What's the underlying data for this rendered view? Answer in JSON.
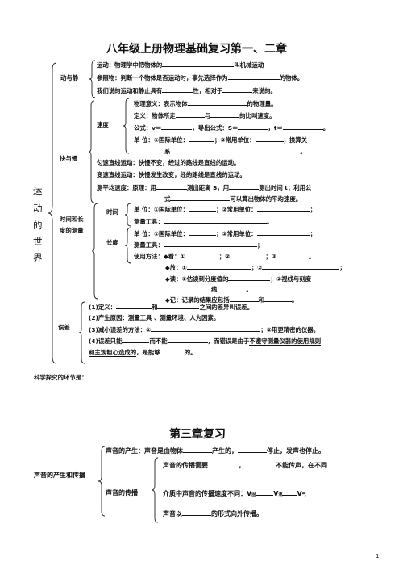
{
  "ch1": {
    "title": "八年级上册物理基础复习第一、二章",
    "root": [
      "运",
      "动",
      "的",
      "世",
      "界"
    ],
    "motion": {
      "label": "动与静",
      "l1a": "运动：物理学中把物体的",
      "l1b": "叫机械运动",
      "l2a": "参照物：判断一个物体是否运动时，事先选择作为",
      "l2b": "的物体。",
      "l3a": "我们说的运动和静止具有",
      "l3b": "性，相对于",
      "l3c": "来说的。"
    },
    "speed": {
      "label_group": "快与慢",
      "label": "速度",
      "l1a": "物理意义：表示物体",
      "l1b": "的物理量。",
      "l2a": "定义：物体所走",
      "l2b": "与",
      "l2c": "的比叫速度。",
      "l3a": "公式：v＝",
      "l3b": "，导出公式：S＝",
      "l3c": "，t＝",
      "l3d": "。",
      "l4a": "单 位：①国际单位：",
      "l4b": "；②常用单位：",
      "l4c": "；换算关",
      "l5a": "系",
      "l5b": "。",
      "uniform": "匀速直线运动：快慢不变，经过的路线是直线的运动。",
      "variable": "变速直线运动：快慢发生改变，经的路线是直线的运动。",
      "avg_a": "测平均速度：原理：用",
      "avg_b": "测出距离 S，用",
      "avg_c": "测出时间 t；利用公",
      "avg_d": "式",
      "avg_e": "可以算出物体的平均速度。"
    },
    "measure": {
      "label": "时间和长度的测量",
      "time": {
        "label": "时间",
        "l1a": "单  位：①国际单位：",
        "l1b": "；②常用单位：",
        "l1c": "；",
        "l2a": "测量工具：",
        "l2b": "。"
      },
      "length": {
        "label": "长度",
        "l1a": "单  位：①国际单位：",
        "l1b": "；②常用单位：",
        "l1c": "；",
        "l2a": "测量工具：",
        "l2b": "；",
        "l3a": "使用方法：◆看：①",
        "l3b": "；②",
        "l3c": "；③",
        "l3d": "。",
        "l4a": "◆放：①",
        "l4b": "；②",
        "l4c": "；",
        "l5a": "◆读：①估读到分度值的",
        "l5b": "；②视线与刻度",
        "l6a": "线",
        "l6b": "。",
        "l7a": "◆记：记录的结果应包括",
        "l7b": "和",
        "l7c": "。"
      }
    },
    "error": {
      "label": "误差",
      "l1a": "(1)定义：",
      "l1b": "和",
      "l1c": "之间的差异叫误差。",
      "l2": "(2)产生原因：测量工具 、测量环境、人为因素。",
      "l3a": "(3)减小误差的方法：①",
      "l3b": "；②用更精密的仪器。",
      "l4a": "(4)误差只能",
      "l4b": "而不能",
      "l4c": "，而错误是由于",
      "l4d": "不遵守测量仪器的使用规则",
      "l5a": "和主观粗心造成的",
      "l5b": "，是能够",
      "l5c": "的。"
    },
    "inquiry": "科学探究的环节是："
  },
  "ch3": {
    "title": "第三章复习",
    "root": "声音的产生和传播",
    "produce_a": "声音的产生：声音是由物体",
    "produce_b": "产生的，",
    "produce_c": "停止，发声也停止。",
    "spread_label": "声音的传播",
    "s1a": "声音的传播需要",
    "s1b": "，",
    "s1c": "不能传声，在不同",
    "s2a": "介质中声音的传播速度不同：V",
    "s2b": "固",
    "s2c": "V",
    "s2d": "液",
    "s2e": "V",
    "s2f": "气",
    "s3a": "声音以",
    "s3b": "的形式向外传播。"
  },
  "page_number": "1"
}
